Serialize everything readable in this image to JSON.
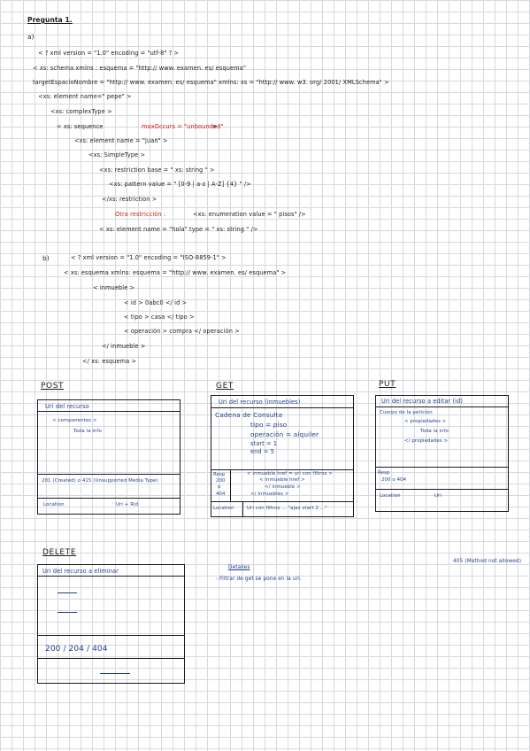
{
  "title": "Pregunta 1.",
  "part_a": {
    "label": "a)",
    "lines": [
      "< ? xml   version = \"1.0\"   encoding = \"utf-8\" ? >",
      "< xs: schema        xmlns : esquema = \"http:// www. examen. es/ esquema\"",
      "targetEspacioNombre = \"http:// www. examen. es/ esquema\"        xmlns: xs = \"http:// www. w3. org/ 2001/ XMLSchema\" >",
      "<xs: element      name=\" pepe\" >",
      "<xs: complexType >",
      "< xs: sequence",
      "maxOccurs = \"unbounded\"",
      ">",
      "<xs: element      name = \"juan\" >",
      "<xs: SimpleType >",
      "<xs: restriction      base = \" xs: string \" >",
      "<xs: pattern      value = \" [0-9 | a-z | A-Z] {4} \" />",
      "</xs: restriction >",
      "Otra restricción :",
      "<xs: enumeration   value = \" pisos\" />",
      "< xs: element      name = \"hola\"      type = \" xs: string \" />"
    ]
  },
  "part_b": {
    "label": "b)",
    "lines": [
      "< ? xml        version = \"1.0\"        encoding = \"ISO-8859-1\" >",
      "< xs: esquema      xmlns: esquema = \"http:// www. examen. es/ esquema\" >",
      "< inmueble >",
      "< id >      0abc0      </ id >",
      "< tipo >      casa      </ tipo >",
      "< operación >   compra   </ operación >",
      "</ inmueble >",
      "</ xs: esquema >"
    ]
  },
  "post": {
    "heading": "POST",
    "header": "Uri   del   recurso",
    "body": [
      "< componentes >",
      "Toda  la  info"
    ],
    "status": "201 (Created)   o   415 (Unsupported  Media  Type)",
    "location_label": "Location",
    "location_value": "Uri + Rid"
  },
  "get": {
    "heading": "GET",
    "header": "Uri   del   recurso   (inmuebles)",
    "query_label": "Cadena   de   Consulta",
    "query_lines": [
      "tipo  =  piso",
      "operación  =  alquiler",
      "start  =  1",
      "end  =  5"
    ],
    "resp_label": "Resp",
    "codes": [
      "200",
      "o",
      "404"
    ],
    "resp_lines": [
      "< inmueble   href = uri con filtros >",
      "< inmueble   href >",
      "</ inmueble >",
      "</ inmuebles >"
    ],
    "location_label": "Location",
    "location_value": "Uri  con  filtros  ...  \"ajax  start  2 ...\""
  },
  "put": {
    "heading": "PUT",
    "header": "Uri   del   recurso   a  editar   (id)",
    "body": [
      "Cuerpo  de  la  petición",
      "< propiedades >",
      "Toda  la  info",
      "</ propiedades >"
    ],
    "resp_label": "Resp",
    "codes": "200  o  404",
    "location_label": "Location",
    "location_value": "Uri"
  },
  "delete": {
    "heading": "DELETE",
    "header": "Uri   del   recurso   a   eliminar",
    "codes": "200 / 204 / 404"
  },
  "detalles": {
    "title": "Detalles",
    "text": "-  Filtrar   de   get   se   pone   en   la     uri."
  },
  "side_note": "405 (Method  not  allowed)"
}
